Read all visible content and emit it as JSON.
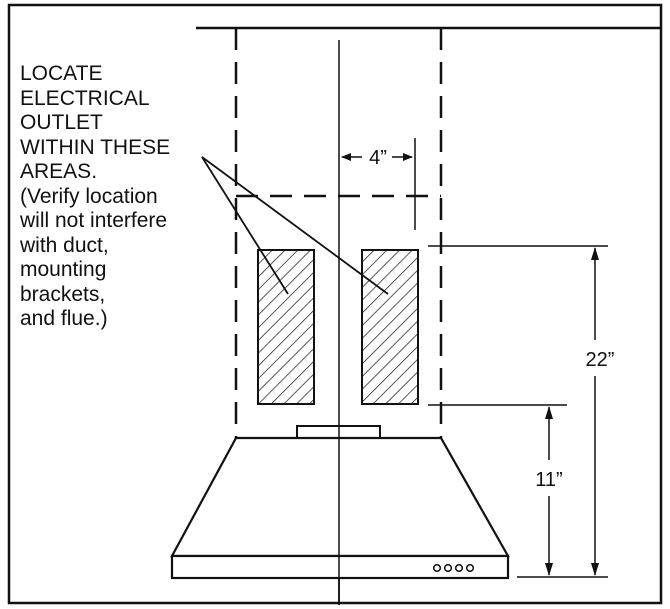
{
  "instruction_lines": [
    "LOCATE",
    "ELECTRICAL",
    "OUTLET",
    "WITHIN THESE",
    "AREAS.",
    "(Verify location",
    "will not interfere",
    "with duct,",
    "mounting",
    "brackets,",
    "and flue.)"
  ],
  "dimensions": {
    "offset_from_center": "4”",
    "outlet_zone_height": "22”",
    "zone_bottom_above_hood": "11”"
  },
  "colors": {
    "ink": "#111111",
    "background": "#ffffff"
  }
}
